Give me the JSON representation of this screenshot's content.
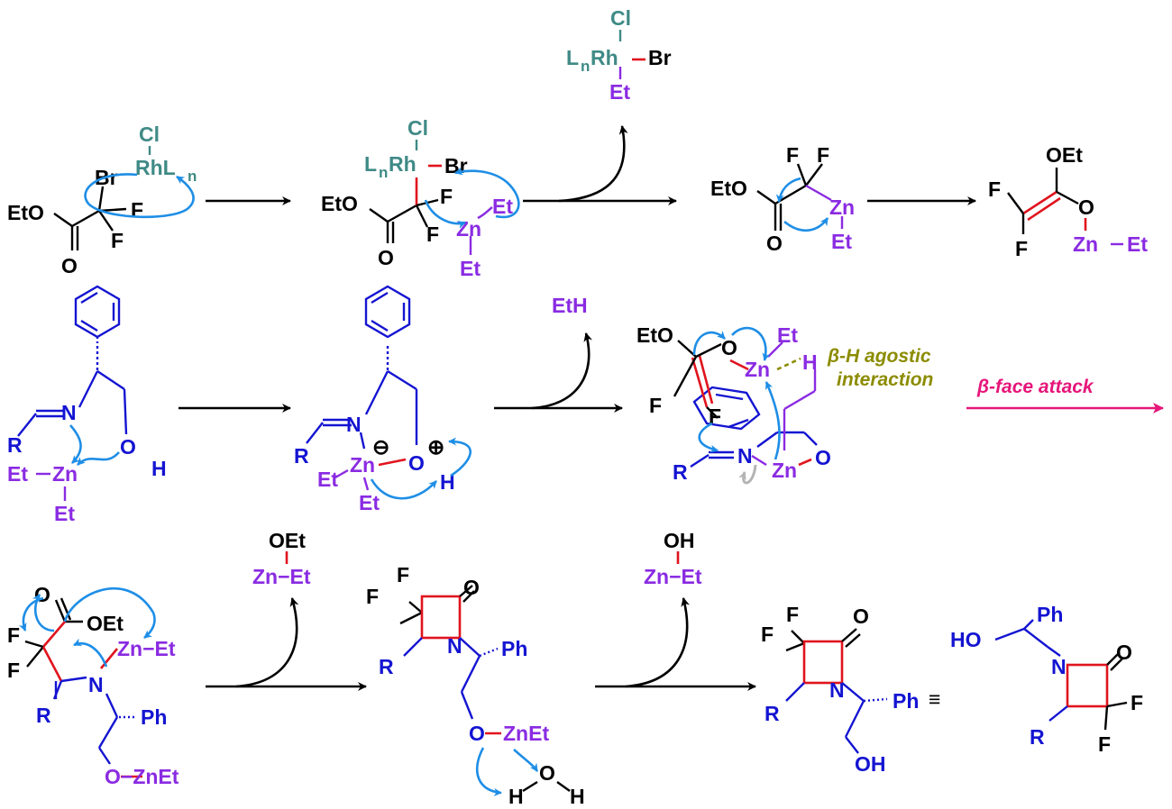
{
  "colors": {
    "black": "#000000",
    "blue": "#1414d2",
    "red": "#e0141e",
    "purple": "#8a2be2",
    "teal": "#3f8a86",
    "cyan_arrows": "#1e8ee6",
    "olive_note": "#8c8c00",
    "magenta_arrow": "#e6167a"
  },
  "row1": {
    "sm": {
      "cl": "Cl",
      "rhln": "RhL",
      "n": "n",
      "br": "Br",
      "eto": "EtO",
      "f": "F",
      "o": "O"
    },
    "int1": {
      "cl": "Cl",
      "ln": "L",
      "n": "n",
      "rh": "Rh",
      "br": "Br",
      "eto": "EtO",
      "o": "O",
      "f": "F",
      "et": "Et",
      "zn": "Zn",
      "et2": "Et"
    },
    "byproduct": {
      "cl": "Cl",
      "ln": "L",
      "n": "n",
      "rh": "Rh",
      "br": "Br",
      "et": "Et"
    },
    "int2": {
      "f": "F",
      "eto": "EtO",
      "o": "O",
      "zn": "Zn",
      "et": "Et"
    },
    "enolate": {
      "oet": "OEt",
      "f": "F",
      "o": "O",
      "zn": "Zn",
      "et": "Et"
    }
  },
  "row2": {
    "imine": {
      "n": "N",
      "r": "R",
      "o": "O",
      "h": "H",
      "et": "Et",
      "zn": "Zn"
    },
    "complex": {
      "n": "N",
      "r": "R",
      "zn": "Zn",
      "o": "O",
      "h": "H",
      "et": "Et",
      "minus": "⊖",
      "plus": "⊕"
    },
    "byproduct": {
      "eth": "EtH"
    },
    "ts": {
      "eto": "EtO",
      "o": "O",
      "et": "Et",
      "zn": "Zn",
      "h": "H",
      "f": "F",
      "r": "R",
      "n": "N"
    },
    "note": {
      "beta": "β",
      "line1": "-H agostic",
      "line2": "interaction"
    },
    "arrow_label": {
      "beta": "β",
      "text": "-face attack"
    }
  },
  "row3": {
    "adduct": {
      "o": "O",
      "oet": "OEt",
      "f": "F",
      "zn_et": "Zn−Et",
      "r": "R",
      "n": "N",
      "ph": "Ph",
      "o_zn": "O−ZnEt"
    },
    "byproduct1": {
      "oet": "OEt",
      "zn_et": "Zn−Et"
    },
    "lactam1": {
      "f": "F",
      "o": "O",
      "r": "R",
      "n": "N",
      "ph": "Ph",
      "o2": "O",
      "znet": "ZnEt",
      "h": "H"
    },
    "byproduct2": {
      "oh": "OH",
      "zn_et": "Zn−Et"
    },
    "product": {
      "f": "F",
      "o": "O",
      "r": "R",
      "n": "N",
      "ph": "Ph",
      "oh": "OH",
      "equiv": "≡"
    },
    "product_alt": {
      "ph": "Ph",
      "ho": "HO",
      "n": "N",
      "o": "O",
      "r": "R",
      "f": "F"
    }
  }
}
